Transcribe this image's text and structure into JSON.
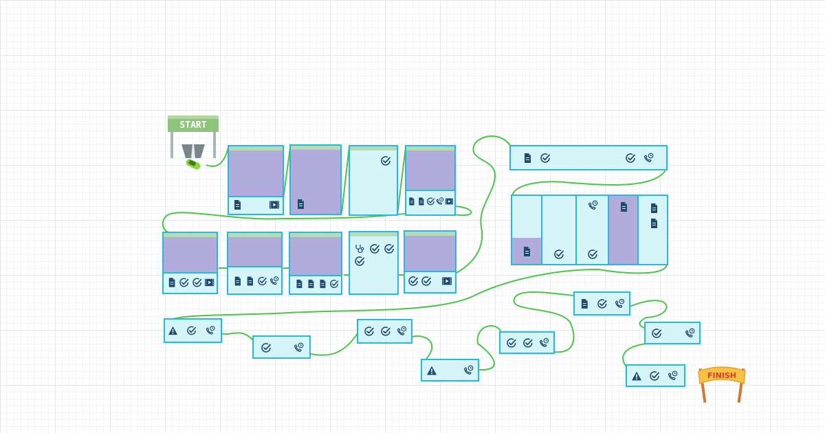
{
  "start_label": "START",
  "finish_label": "FINISH",
  "colors": {
    "card_border": "#29b6e3",
    "card_fill": "#d6f5f8",
    "card_header": "#b7dcb5",
    "block_purple": "#b1acdc",
    "path_green": "#4cc44a",
    "icon_navy": "#1f4a6e"
  },
  "icon_names": [
    "document-icon",
    "checkmark-circle-icon",
    "phone-callback-icon",
    "video-icon",
    "warning-icon",
    "stethoscope-icon"
  ],
  "cards": [
    {
      "id": "c1",
      "bottom": [
        "doc",
        "_",
        "video"
      ]
    },
    {
      "id": "c2",
      "bottom": [
        "doc"
      ]
    },
    {
      "id": "c3",
      "top": [
        "check"
      ]
    },
    {
      "id": "c4",
      "bottom": [
        "doc",
        "doc",
        "check",
        "phone",
        "video"
      ]
    },
    {
      "id": "c5",
      "bottom": [
        "doc",
        "check",
        "check",
        "video"
      ]
    },
    {
      "id": "c6",
      "bottom": [
        "doc",
        "doc",
        "check",
        "phone"
      ]
    },
    {
      "id": "c7",
      "bottom": [
        "doc",
        "doc",
        "doc",
        "check"
      ]
    },
    {
      "id": "c8",
      "top": [
        "steth",
        "check",
        "check",
        "check"
      ]
    },
    {
      "id": "c9",
      "bottom": [
        "check",
        "check",
        "_",
        "video"
      ]
    },
    {
      "id": "r1",
      "row": [
        "doc",
        "check",
        "_",
        "check",
        "phone"
      ]
    },
    {
      "id": "g1",
      "columns": [
        [
          "doc"
        ],
        [
          "check"
        ],
        [
          "phone",
          "check"
        ],
        [
          "doc"
        ],
        [
          "doc",
          "doc"
        ]
      ]
    },
    {
      "id": "s1",
      "row": [
        "warn",
        "check",
        "phone"
      ]
    },
    {
      "id": "s2",
      "row": [
        "check",
        "_",
        "phone"
      ]
    },
    {
      "id": "s3",
      "row": [
        "check",
        "check",
        "phone"
      ]
    },
    {
      "id": "s4",
      "row": [
        "warn",
        "_",
        "phone"
      ]
    },
    {
      "id": "s5",
      "row": [
        "check",
        "check",
        "phone"
      ]
    },
    {
      "id": "s6",
      "row": [
        "doc",
        "check",
        "phone"
      ]
    },
    {
      "id": "s7",
      "row": [
        "check",
        "_",
        "phone"
      ]
    },
    {
      "id": "s8",
      "row": [
        "warn",
        "check",
        "phone"
      ]
    }
  ]
}
